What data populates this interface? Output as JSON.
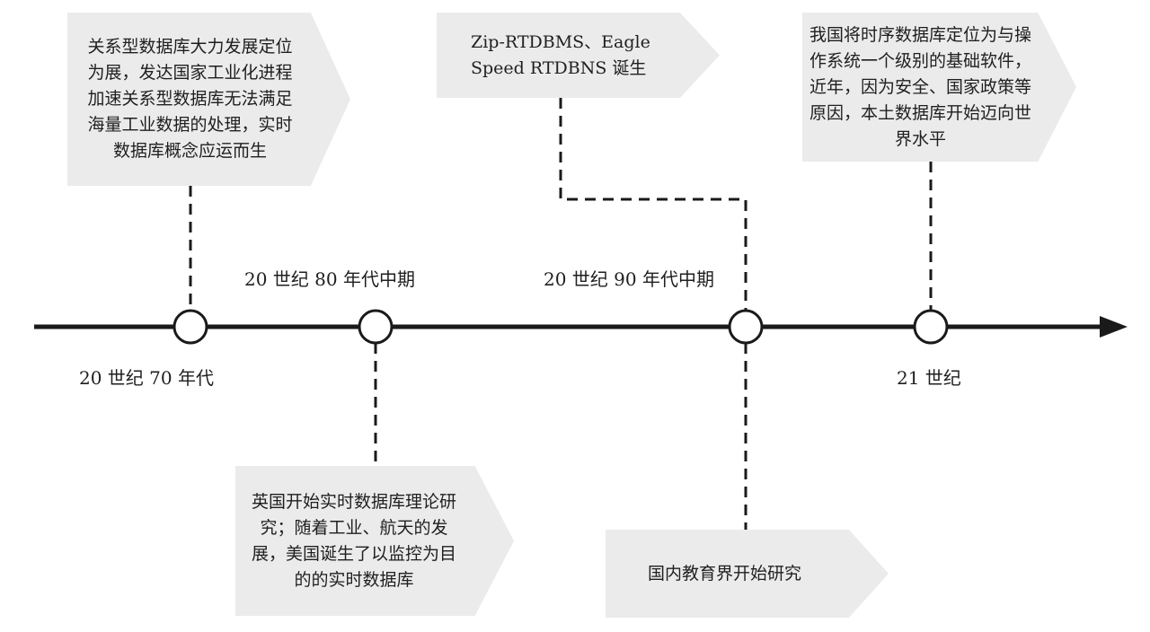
{
  "timeline": {
    "periods": [
      {
        "id": "1970",
        "label": "20 世纪 70 年代"
      },
      {
        "id": "1980",
        "label": "20 世纪 80 年代中期"
      },
      {
        "id": "1990",
        "label": "20 世纪 90 年代中期"
      },
      {
        "id": "21c",
        "label": "21 世纪"
      }
    ],
    "events": [
      {
        "id": "1970",
        "text": "关系型数据库大力发展定位为展，发达国家工业化进程加速关系型数据库无法满足海量工业数据的处理，实时数据库概念应运而生"
      },
      {
        "id": "zip",
        "text": "Zip-RTDBMS、Eagle Speed RTDBNS 诞生"
      },
      {
        "id": "21c",
        "text": "我国将时序数据库定位为与操作系统一个级别的基础软件，近年，因为安全、国家政策等原因，本土数据库开始迈向世界水平"
      },
      {
        "id": "1980",
        "text": "英国开始实时数据库理论研究；随着工业、航天的发展，美国诞生了以监控为目的的实时数据库"
      },
      {
        "id": "edu",
        "text": "国内教育界开始研究"
      }
    ],
    "colors": {
      "line": "#1a1a1a",
      "tag_fill": "#ebebeb",
      "node_fill": "#ffffff"
    }
  }
}
